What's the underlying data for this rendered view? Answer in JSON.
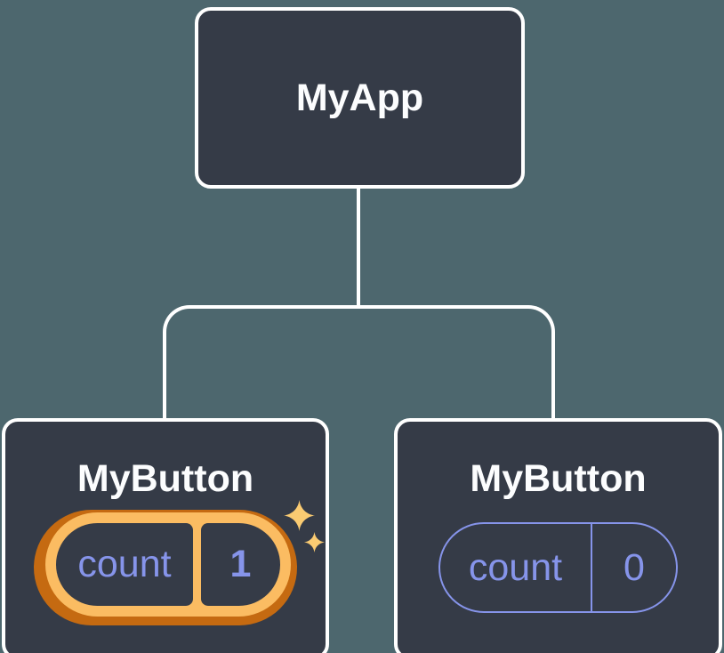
{
  "colors": {
    "background": "#4D676E",
    "node_fill": "#353B47",
    "node_border": "#FFFFFF",
    "connector": "#FFFFFF",
    "label_text": "#FCFDFE",
    "state_accent": "#8694EA",
    "highlight_ring_outer": "#C56A11",
    "highlight_ring_inner": "#FBBC62",
    "sparkle": "#FACB72"
  },
  "tree": {
    "root": {
      "label": "MyApp"
    },
    "children": [
      {
        "label": "MyButton",
        "state": {
          "key": "count",
          "value": "1"
        },
        "highlighted": true,
        "icons": [
          "sparkle-large-icon",
          "sparkle-small-icon"
        ]
      },
      {
        "label": "MyButton",
        "state": {
          "key": "count",
          "value": "0"
        },
        "highlighted": false
      }
    ]
  }
}
